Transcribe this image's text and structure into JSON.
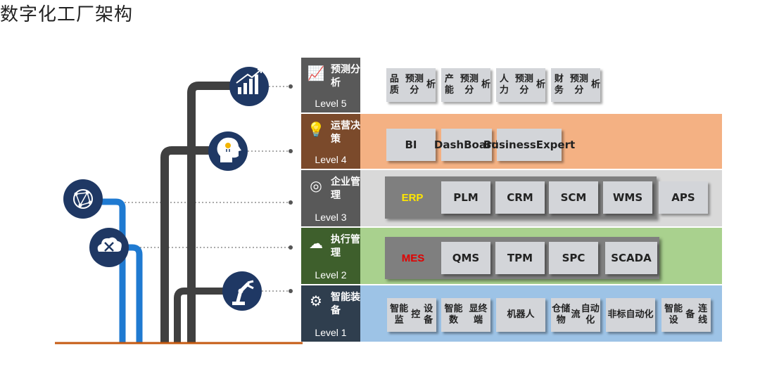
{
  "title": "数字化工厂架构",
  "colors": {
    "l5_band": "#ffffff",
    "l4_band": "#f4b183",
    "l3_band": "#d9d9d9",
    "l2_band": "#a9d18e",
    "l1_band": "#9dc3e6",
    "l5_label": "#595959",
    "l4_label": "#7b4a2b",
    "l3_label": "#595959",
    "l2_label": "#3e5f2c",
    "l1_label": "#2f3e4e",
    "icon_circle": "#1f3864",
    "tree_dark": "#404040",
    "tree_blue": "#1f7ad1",
    "ground": "#c55a11",
    "erp": "#ffe600",
    "mes": "#e00000"
  },
  "levels": [
    {
      "name": "预测\n分析",
      "level": "Level 5",
      "icon": "chart-growth-icon",
      "items": [
        "品质\n预测分\n析",
        "产能\n预测分\n析",
        "人力\n预测分\n析",
        "财务\n预测分\n析"
      ]
    },
    {
      "name": "运营\n决策",
      "level": "Level 4",
      "icon": "brain-head-icon",
      "items": [
        "BI",
        "Dash\nBoard",
        "Business\nExpert"
      ]
    },
    {
      "name": "企业\n管理",
      "level": "Level 3",
      "icon": "network-globe-icon",
      "highlight": "ERP",
      "items": [
        "PLM",
        "CRM",
        "SCM",
        "WMS",
        "APS"
      ]
    },
    {
      "name": "执行\n管理",
      "level": "Level 2",
      "icon": "cloud-tools-icon",
      "highlight": "MES",
      "items": [
        "QMS",
        "TPM",
        "SPC",
        "SCADA"
      ]
    },
    {
      "name": "智能\n装备",
      "level": "Level 1",
      "icon": "robot-arm-icon",
      "items": [
        "智能监\n控\n设备",
        "智能数\n显终端",
        "机器人",
        "仓储物\n流\n自动化",
        "非标\n自动化",
        "智能设\n备\n连线"
      ]
    }
  ]
}
